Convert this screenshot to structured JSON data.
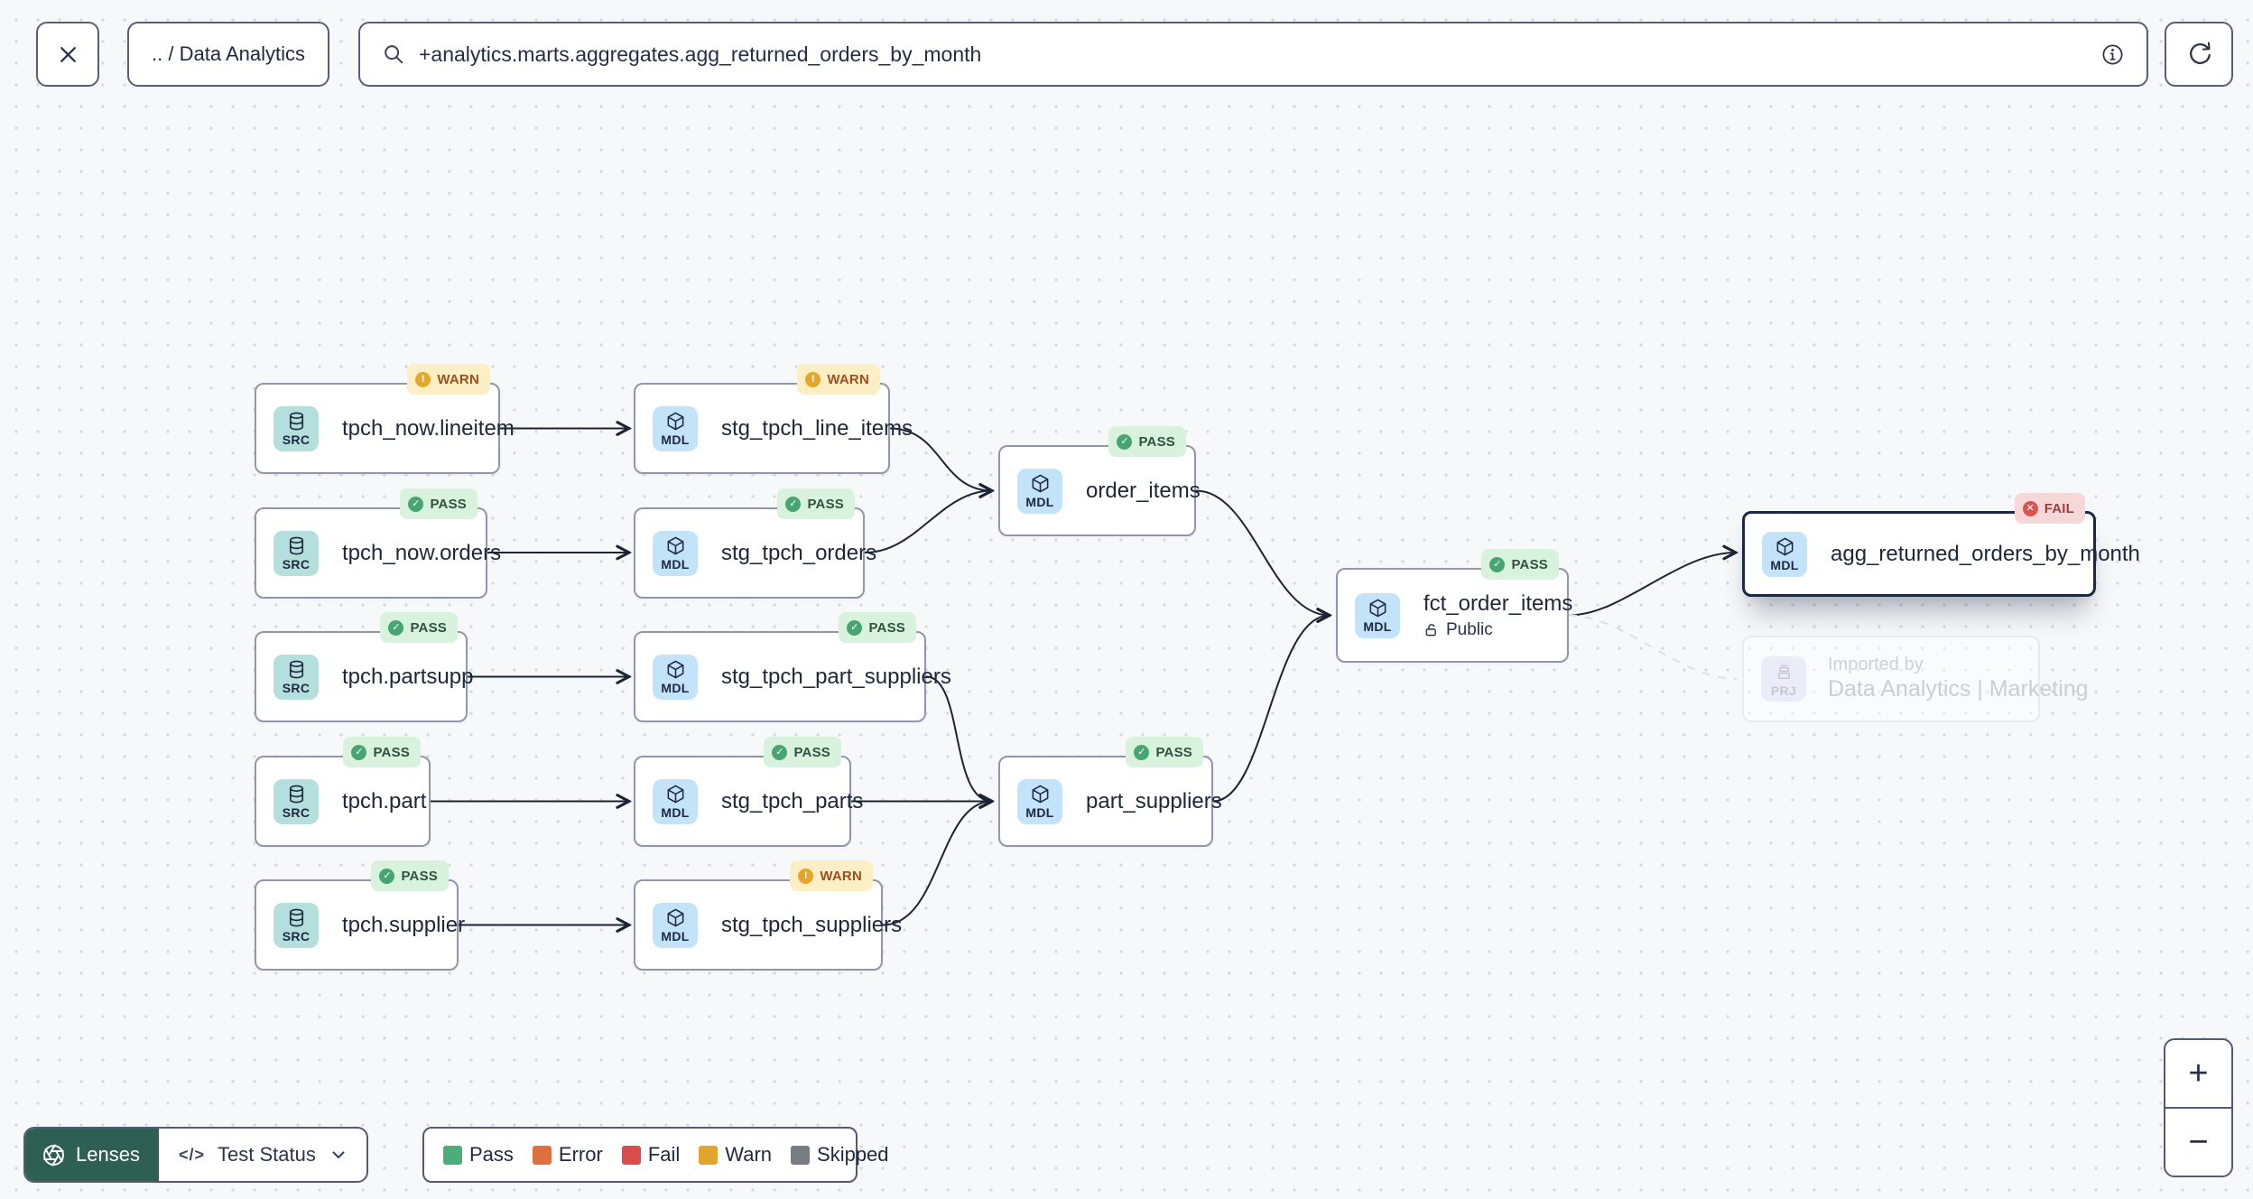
{
  "topbar": {
    "breadcrumb": ".. / Data Analytics",
    "search_value": "+analytics.marts.aggregates.agg_returned_orders_by_month"
  },
  "graph": {
    "nodes": [
      {
        "label": "tpch_now.lineitem",
        "type": "SRC",
        "status": "WARN"
      },
      {
        "label": "stg_tpch_line_items",
        "type": "MDL",
        "status": "WARN"
      },
      {
        "label": "tpch_now.orders",
        "type": "SRC",
        "status": "PASS"
      },
      {
        "label": "stg_tpch_orders",
        "type": "MDL",
        "status": "PASS"
      },
      {
        "label": "order_items",
        "type": "MDL",
        "status": "PASS"
      },
      {
        "label": "tpch.partsupp",
        "type": "SRC",
        "status": "PASS"
      },
      {
        "label": "stg_tpch_part_suppliers",
        "type": "MDL",
        "status": "PASS"
      },
      {
        "label": "tpch.part",
        "type": "SRC",
        "status": "PASS"
      },
      {
        "label": "stg_tpch_parts",
        "type": "MDL",
        "status": "PASS"
      },
      {
        "label": "part_suppliers",
        "type": "MDL",
        "status": "PASS"
      },
      {
        "label": "tpch.supplier",
        "type": "SRC",
        "status": "PASS"
      },
      {
        "label": "stg_tpch_suppliers",
        "type": "MDL",
        "status": "WARN"
      },
      {
        "label": "fct_order_items",
        "type": "MDL",
        "status": "PASS",
        "visibility": "Public"
      },
      {
        "label": "agg_returned_orders_by_month",
        "type": "MDL",
        "status": "FAIL",
        "selected": true
      }
    ],
    "imported_by": {
      "type": "PRJ",
      "line1": "Imported by",
      "line2": "Data Analytics | Marketing"
    }
  },
  "footer": {
    "lenses_label": "Lenses",
    "selector_label": "Test Status",
    "legend": [
      {
        "label": "Pass",
        "color": "#4cae77"
      },
      {
        "label": "Error",
        "color": "#e0703f"
      },
      {
        "label": "Fail",
        "color": "#d94c49"
      },
      {
        "label": "Warn",
        "color": "#e2a42c"
      },
      {
        "label": "Skipped",
        "color": "#787c83"
      }
    ]
  },
  "zoom": {
    "in": "+",
    "out": "−"
  },
  "icons": {
    "badge_pass_glyph": "✓",
    "badge_warn_glyph": "!",
    "badge_fail_glyph": "✕",
    "code_glyph": "</>"
  },
  "colors": {
    "accent_green": "#2d5f53",
    "pass_badge_bg": "#d8f2dd",
    "warn_badge_bg": "#fcefc5",
    "fail_badge_bg": "#f7d8d8",
    "src_chip_bg": "#b4dfdc",
    "mdl_chip_bg": "#c2e3f9",
    "edge": "#1a2433"
  }
}
